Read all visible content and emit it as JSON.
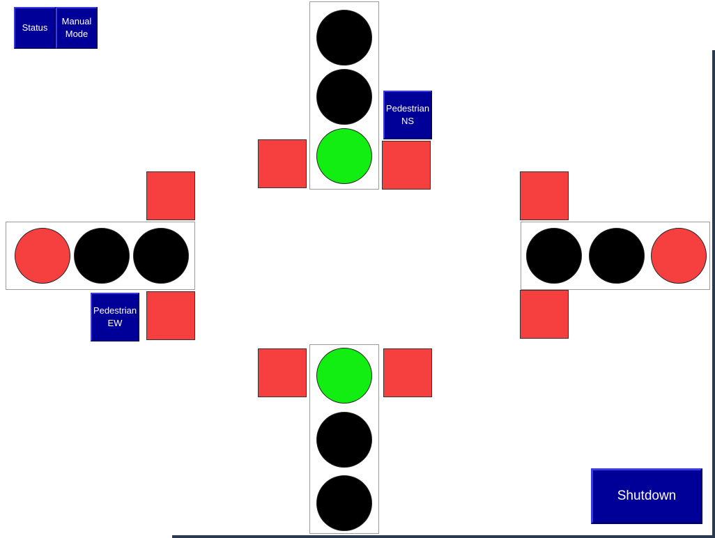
{
  "toolbar": {
    "status_label": "Status",
    "manual_mode_label": "Manual Mode"
  },
  "pedestrian_buttons": {
    "ns_label": "Pedestrian NS",
    "ew_label": "Pedestrian EW"
  },
  "shutdown": {
    "label": "Shutdown"
  },
  "palette": {
    "red": "#f64040",
    "green": "#12ee12",
    "black": "#000000",
    "button_blue": "#000099"
  },
  "traffic_lights": {
    "north": [
      "black",
      "black",
      "green"
    ],
    "south": [
      "green",
      "black",
      "black"
    ],
    "west": [
      "red",
      "black",
      "black"
    ],
    "east": [
      "black",
      "black",
      "red"
    ]
  },
  "pedestrian_signals": {
    "north": [
      "red",
      "red"
    ],
    "south": [
      "red",
      "red"
    ],
    "west": [
      "red",
      "red"
    ],
    "east": [
      "red",
      "red"
    ]
  }
}
